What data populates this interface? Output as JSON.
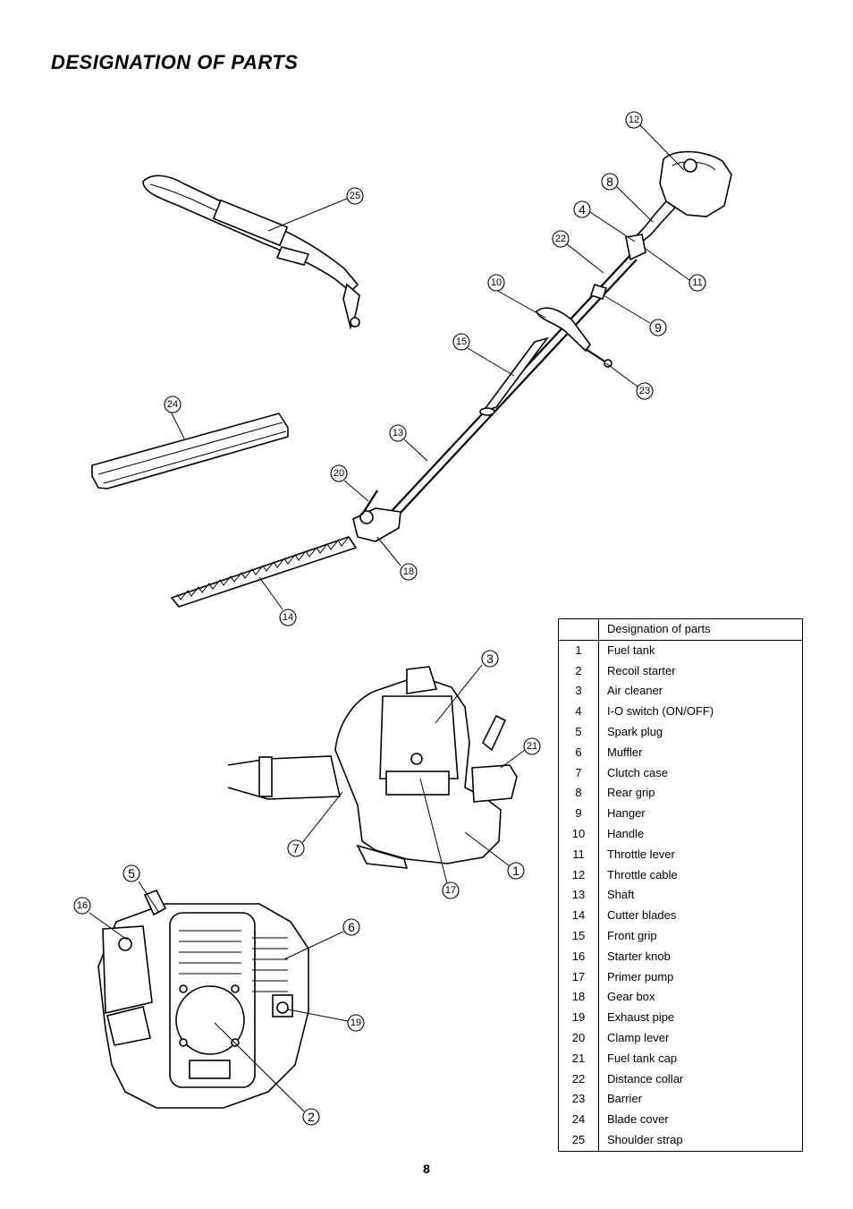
{
  "title": "DESIGNATION OF PARTS",
  "table": {
    "header": "Designation of parts",
    "rows": [
      {
        "num": "1",
        "name": "Fuel tank"
      },
      {
        "num": "2",
        "name": "Recoil starter"
      },
      {
        "num": "3",
        "name": "Air cleaner"
      },
      {
        "num": "4",
        "name": "I-O switch (ON/OFF)"
      },
      {
        "num": "5",
        "name": "Spark plug"
      },
      {
        "num": "6",
        "name": "Muffler"
      },
      {
        "num": "7",
        "name": "Clutch case"
      },
      {
        "num": "8",
        "name": "Rear grip"
      },
      {
        "num": "9",
        "name": "Hanger"
      },
      {
        "num": "10",
        "name": "Handle"
      },
      {
        "num": "11",
        "name": "Throttle lever"
      },
      {
        "num": "12",
        "name": "Throttle cable"
      },
      {
        "num": "13",
        "name": "Shaft"
      },
      {
        "num": "14",
        "name": "Cutter blades"
      },
      {
        "num": "15",
        "name": "Front grip"
      },
      {
        "num": "16",
        "name": "Starter knob"
      },
      {
        "num": "17",
        "name": "Primer pump"
      },
      {
        "num": "18",
        "name": "Gear box"
      },
      {
        "num": "19",
        "name": "Exhaust pipe"
      },
      {
        "num": "20",
        "name": "Clamp lever"
      },
      {
        "num": "21",
        "name": "Fuel tank cap"
      },
      {
        "num": "22",
        "name": "Distance collar"
      },
      {
        "num": "23",
        "name": "Barrier"
      },
      {
        "num": "24",
        "name": "Blade cover"
      },
      {
        "num": "25",
        "name": "Shoulder strap"
      }
    ]
  },
  "callouts": [
    "1",
    "2",
    "3",
    "4",
    "5",
    "6",
    "7",
    "8",
    "9",
    "10",
    "11",
    "12",
    "13",
    "14",
    "15",
    "16",
    "17",
    "18",
    "19",
    "20",
    "21",
    "22",
    "23",
    "24",
    "25"
  ],
  "page_number": "8"
}
